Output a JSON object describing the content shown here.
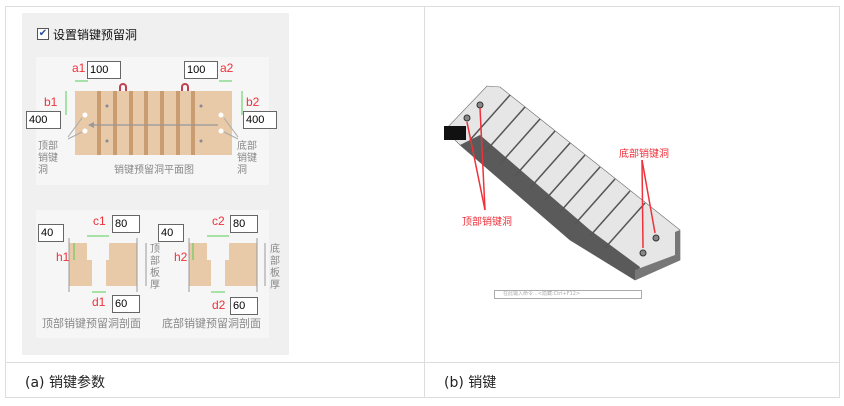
{
  "captions": {
    "a": "(a) 销键参数",
    "b": "(b) 销键"
  },
  "panel": {
    "checkbox_label": "设置销键预留洞",
    "checkbox_checked": true,
    "plan": {
      "a1_label": "a1",
      "a1": "100",
      "a2_label": "a2",
      "a2": "100",
      "b1_label": "b1",
      "b1": "400",
      "b2_label": "b2",
      "b2": "400",
      "top_hole": "顶部销键洞",
      "bottom_hole": "底部销键洞",
      "title": "销键预留洞平面图"
    },
    "top_section": {
      "h1_label": "h1",
      "h1": "40",
      "c1_label": "c1",
      "c1": "80",
      "d1_label": "d1",
      "d1": "60",
      "thickness": "顶部板厚",
      "title": "顶部销键预留洞剖面"
    },
    "bottom_section": {
      "h2_label": "h2",
      "h2": "40",
      "c2_label": "c2",
      "c2": "80",
      "d2_label": "d2",
      "d2": "60",
      "thickness": "底部板厚",
      "title": "底部销键预留洞剖面"
    }
  },
  "model": {
    "top_label": "顶部销键洞",
    "bottom_label": "底部销键洞",
    "command_placeholder": "在此输入命令...<隐藏:Ctrl+F12>"
  },
  "colors": {
    "accent": "#f0303a",
    "dim": "#55cc55",
    "slab": "#e8c9a8"
  }
}
